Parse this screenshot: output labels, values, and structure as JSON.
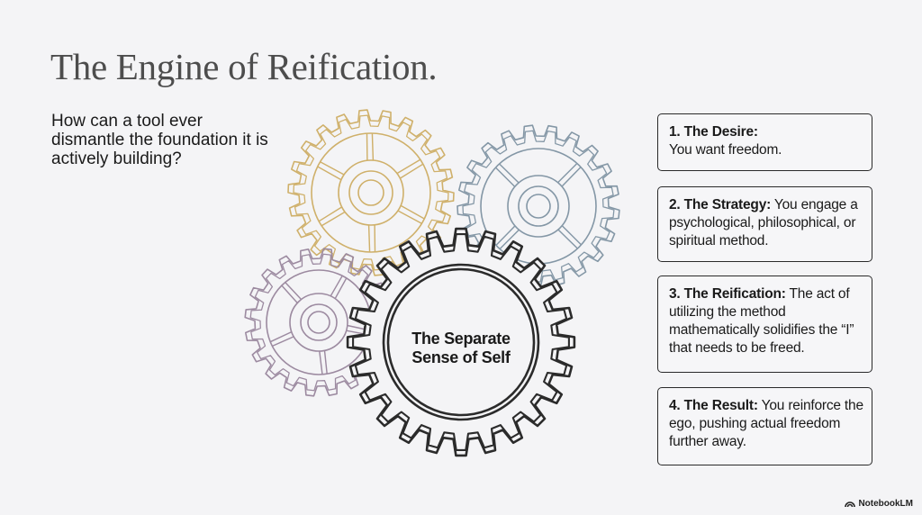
{
  "title": "The Engine of Reification.",
  "question": "How can a tool ever dismantle the foundation it is actively building?",
  "hub_label": [
    "The Separate",
    "Sense of Self"
  ],
  "colors": {
    "gear_gold": "#cfb06a",
    "gear_blue": "#8497a6",
    "gear_purple": "#9c8aa0",
    "gear_main": "#2b2b2b"
  },
  "steps": [
    {
      "heading": "1. The Desire:",
      "body": "You want freedom."
    },
    {
      "heading": "2. The Strategy:",
      "body": "You engage a psychological, philosophical, or spiritual method."
    },
    {
      "heading": "3. The Reification:",
      "body": "The act of utilizing the method mathematically solidifies the “I” that needs to be freed."
    },
    {
      "heading": "4. The Result:",
      "body": "You reinforce the ego, pushing actual freedom further away."
    }
  ],
  "brand": "NotebookLM",
  "brand_icon": "notebooklm-logo-icon"
}
